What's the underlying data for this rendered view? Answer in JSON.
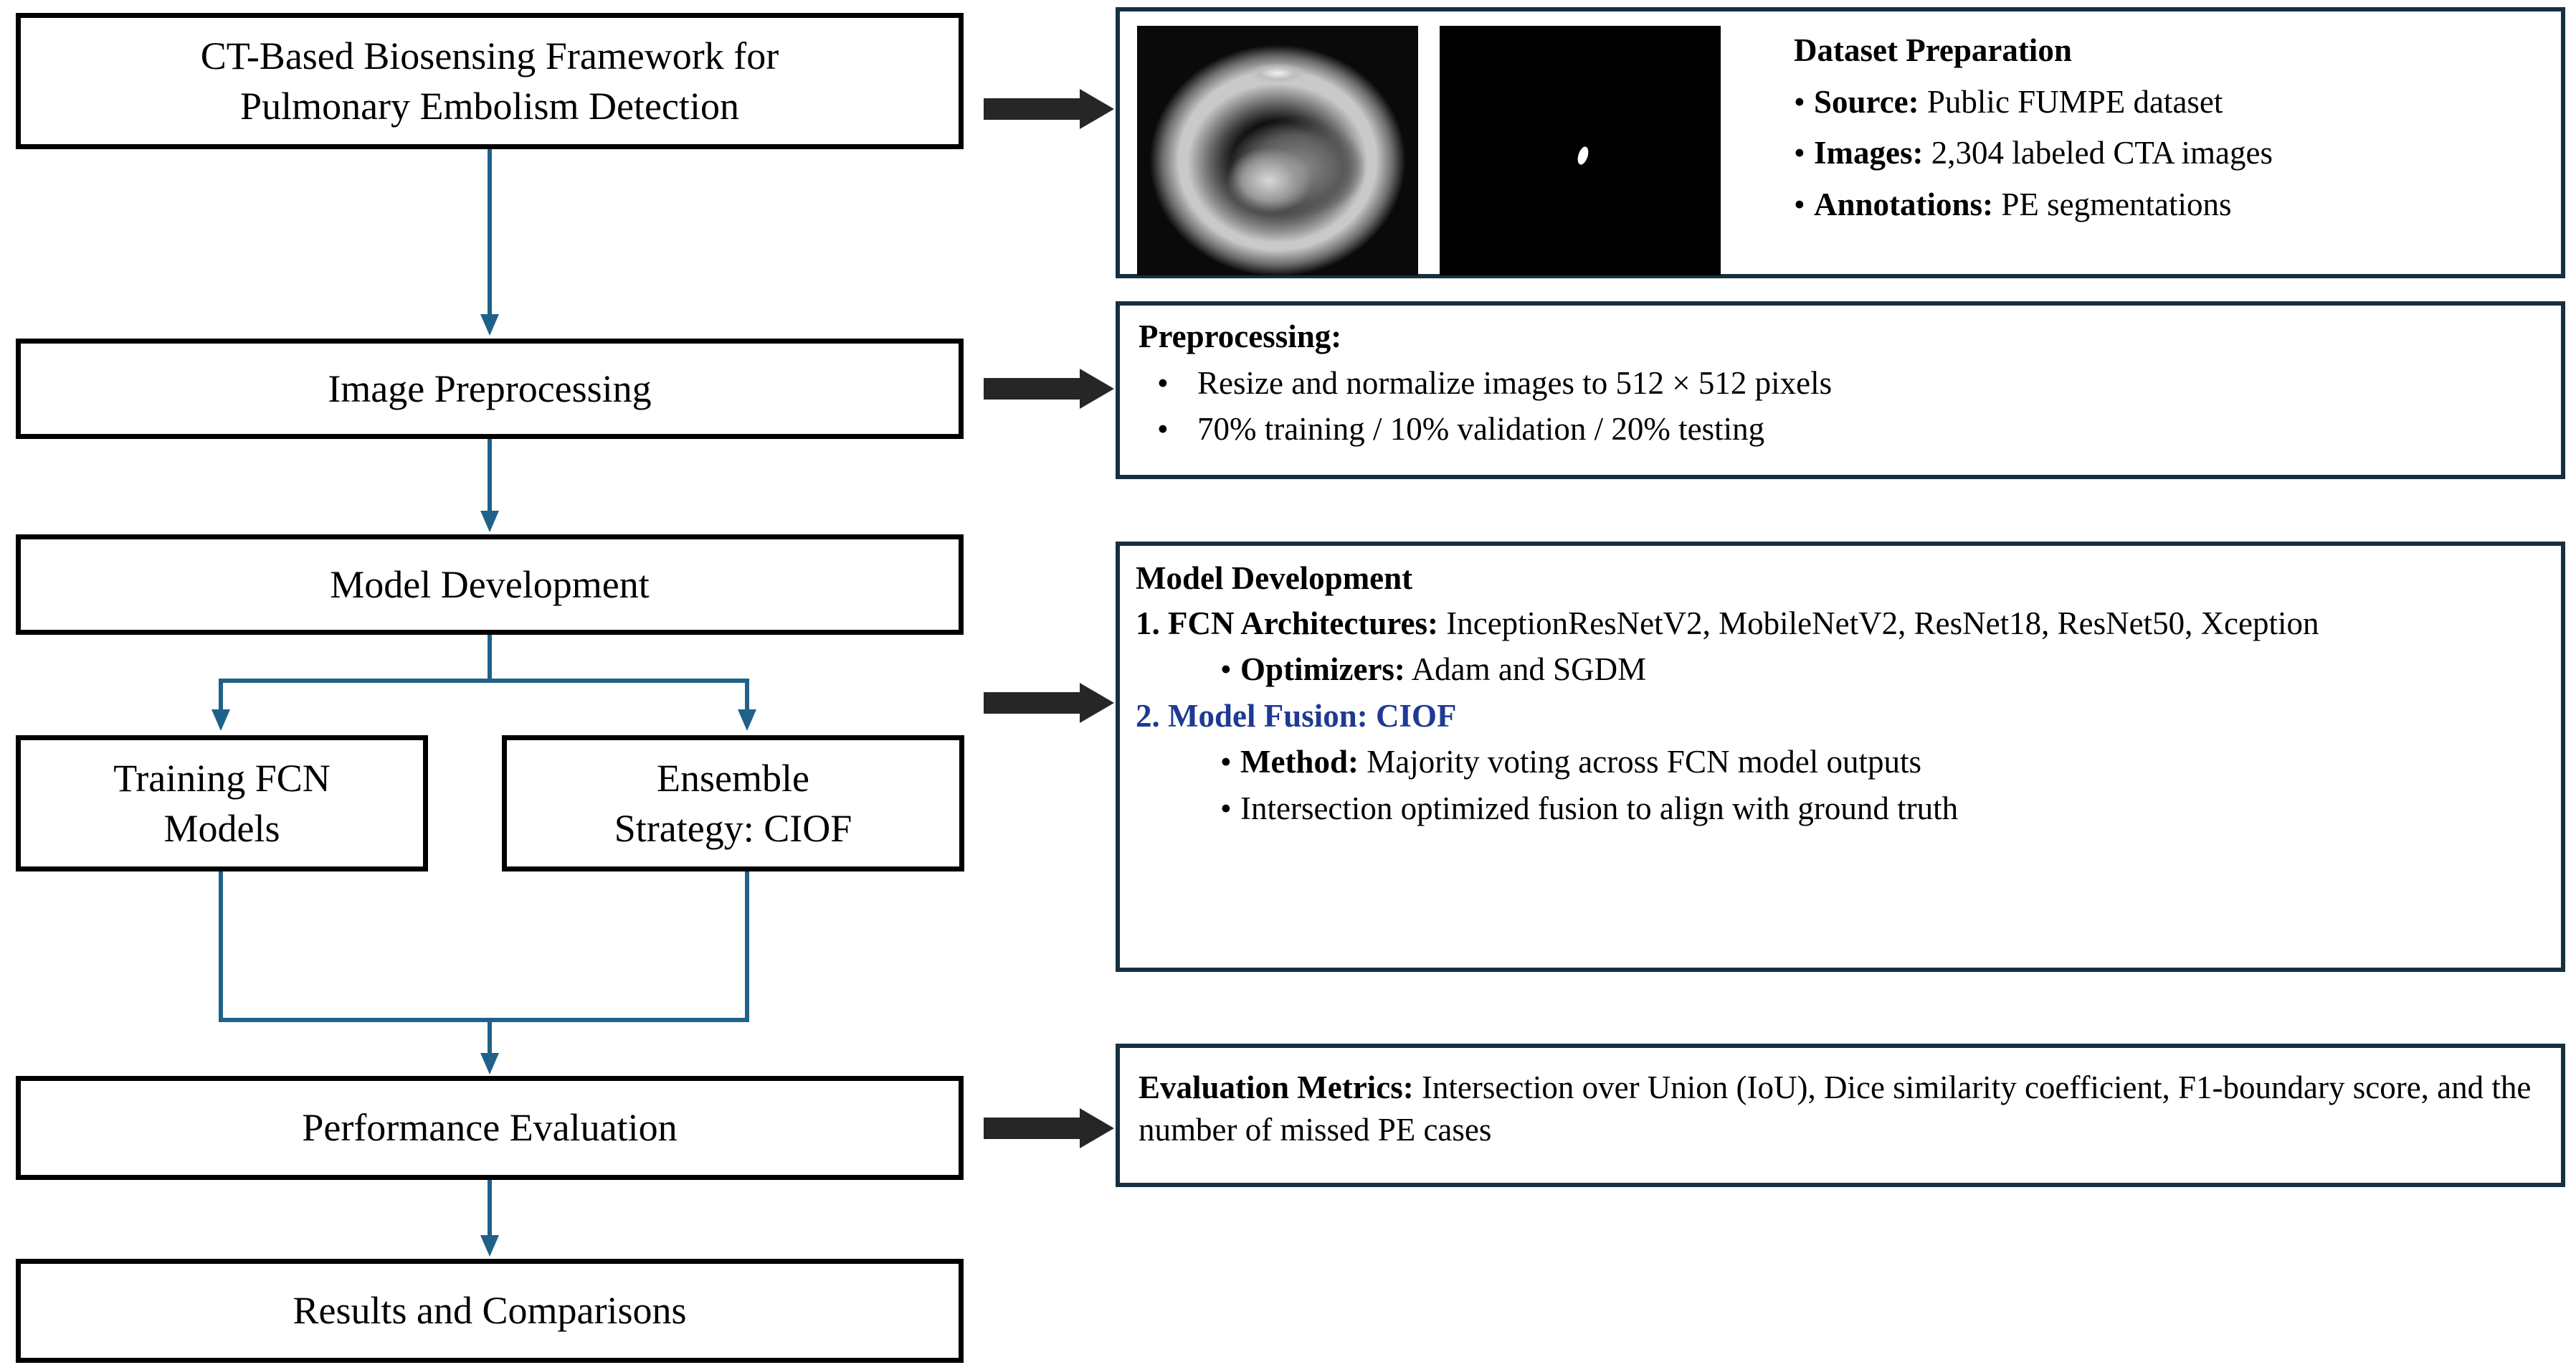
{
  "colors": {
    "flow_border": "#000000",
    "panel_border": "#16303f",
    "connector_blue": "#1f6189",
    "block_arrow": "#262626",
    "accent_navy": "#1f3a93"
  },
  "flow": {
    "step1": {
      "line1": "CT-Based Biosensing Framework for",
      "line2": "Pulmonary Embolism Detection"
    },
    "step2": {
      "line1": "Image Preprocessing"
    },
    "step3": {
      "line1": "Model Development"
    },
    "step4a": {
      "line1": "Training FCN",
      "line2": "Models"
    },
    "step4b": {
      "line1": "Ensemble",
      "line2": "Strategy: CIOF"
    },
    "step5": {
      "line1": "Performance Evaluation"
    },
    "step6": {
      "line1": "Results and Comparisons"
    }
  },
  "panels": {
    "dataset": {
      "title": "Dataset Preparation",
      "bullets": [
        {
          "label": "Source:",
          "text": " Public FUMPE dataset"
        },
        {
          "label": "Images:",
          "text": " 2,304 labeled  CTA images"
        },
        {
          "label": "Annotations:",
          "text": " PE segmentations"
        }
      ],
      "media": {
        "cta_scan_alt": "axial chest CTA slice",
        "mask_alt": "binary PE segmentation mask"
      }
    },
    "preprocessing": {
      "title": "Preprocessing:",
      "bullets": [
        "Resize and normalize images to 512 × 512 pixels",
        "70% training  / 10% validation  / 20% testing"
      ]
    },
    "model_development": {
      "title": "Model Development",
      "item1_label": "1. FCN Architectures:",
      "item1_text": " InceptionResNetV2, MobileNetV2, ResNet18, ResNet50, Xception",
      "sub1_label": "Optimizers:",
      "sub1_text": " Adam and SGDM",
      "item2": "2. Model Fusion: CIOF",
      "sub2_label": "Method:",
      "sub2_text": " Majority voting across FCN model outputs",
      "sub3_text": "Intersection optimized fusion to align with ground truth"
    },
    "evaluation": {
      "label": "Evaluation Metrics:",
      "text": " Intersection over Union (IoU), Dice similarity coefficient,  F1-boundary score, and the number of missed PE cases"
    }
  }
}
